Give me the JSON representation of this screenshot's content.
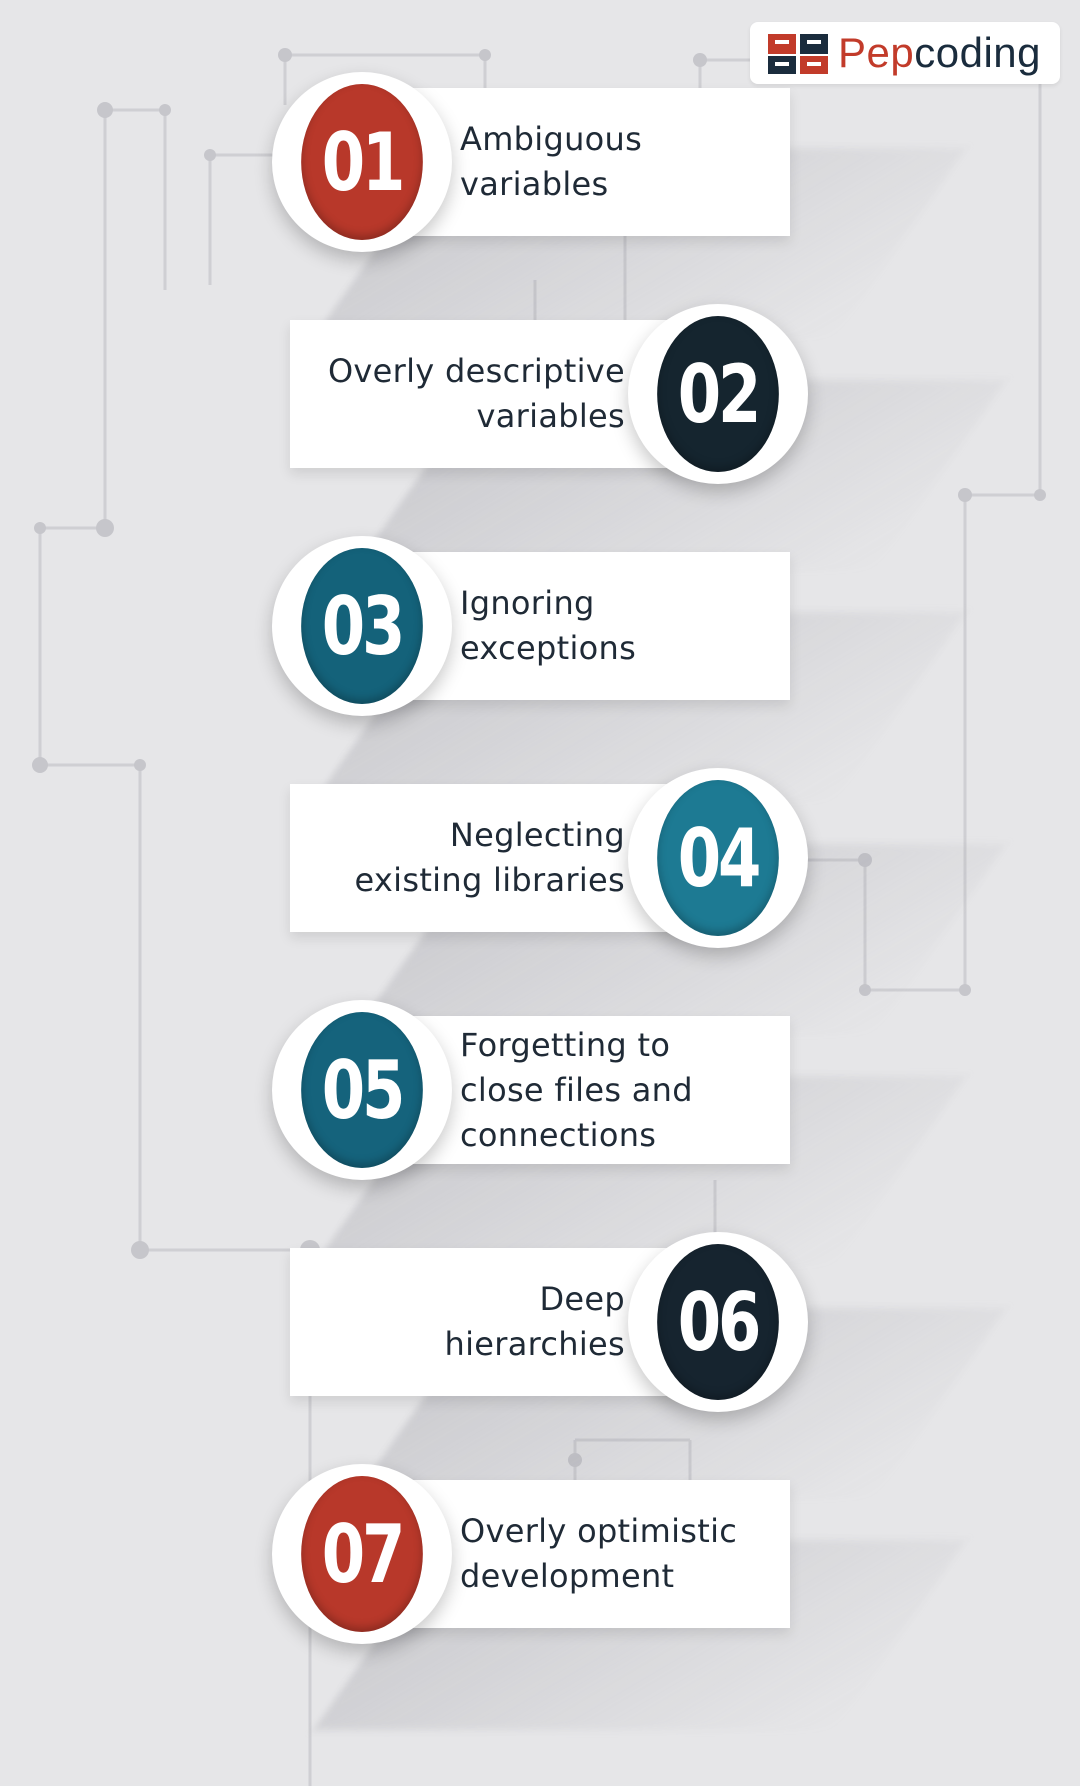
{
  "logo": {
    "accent": "Pep",
    "rest": "coding",
    "accent_color": "#c23b2a",
    "text_color": "#1a2c3d"
  },
  "steps": [
    {
      "number": "01",
      "label": "Ambiguous\nvariables",
      "color": "#b8382a",
      "side": "left"
    },
    {
      "number": "02",
      "label": "Overly descriptive\nvariables",
      "color": "#15252f",
      "side": "right"
    },
    {
      "number": "03",
      "label": "Ignoring\nexceptions",
      "color": "#14627a",
      "side": "left"
    },
    {
      "number": "04",
      "label": "Neglecting\nexisting libraries",
      "color": "#1d7a93",
      "side": "right"
    },
    {
      "number": "05",
      "label": "Forgetting to\nclose files and\nconnections",
      "color": "#15637c",
      "side": "left"
    },
    {
      "number": "06",
      "label": "Deep\nhierarchies",
      "color": "#16242f",
      "side": "right"
    },
    {
      "number": "07",
      "label": "Overly optimistic\ndevelopment",
      "color": "#b8382a",
      "side": "left"
    }
  ]
}
